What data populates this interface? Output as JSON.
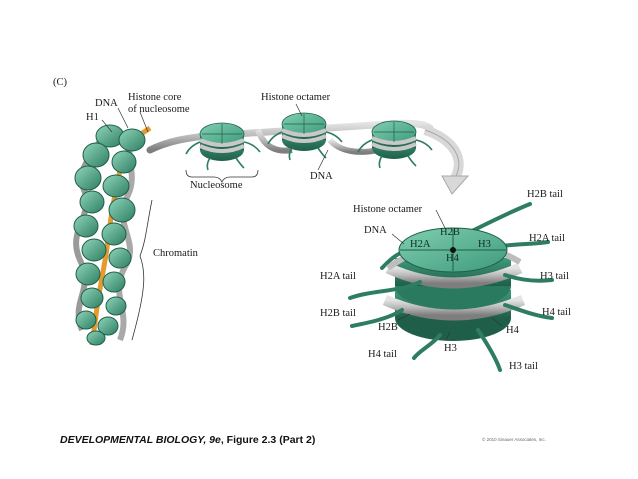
{
  "panel_label": "(C)",
  "labels": {
    "dna_top": "DNA",
    "h1": "H1",
    "histone_core": "Histone core",
    "of_nucleosome": "of nucleosome",
    "histone_octamer_top": "Histone octamer",
    "nucleosome": "Nucleosome",
    "dna_mid": "DNA",
    "chromatin": "Chromatin",
    "histone_octamer_detail": "Histone octamer",
    "dna_detail": "DNA",
    "h2b_tail_top": "H2B tail",
    "h2a_tail_right": "H2A tail",
    "h3_tail_right": "H3 tail",
    "h4_tail_right": "H4 tail",
    "h3_tail_bottom": "H3 tail",
    "h2a_tail_left": "H2A tail",
    "h2b_tail_left": "H2B tail",
    "h4_tail_bottom": "H4 tail",
    "h2b_lower": "H2B",
    "h4_lower": "H4",
    "h3_lower": "H3",
    "q_h2b": "H2B",
    "q_h2a": "H2A",
    "q_h3": "H3",
    "q_h4": "H4"
  },
  "caption": {
    "book": "DEVELOPMENTAL BIOLOGY",
    "edition": ", 9e",
    "figure": ", Figure 2.3 (Part 2)"
  },
  "copyright": "© 2010 Sinauer Associates, Inc.",
  "colors": {
    "histone_green": "#3f9a7c",
    "histone_dark": "#20604b",
    "dna_gray": "#b8b8b8",
    "linker_orange": "#e59a2e"
  }
}
